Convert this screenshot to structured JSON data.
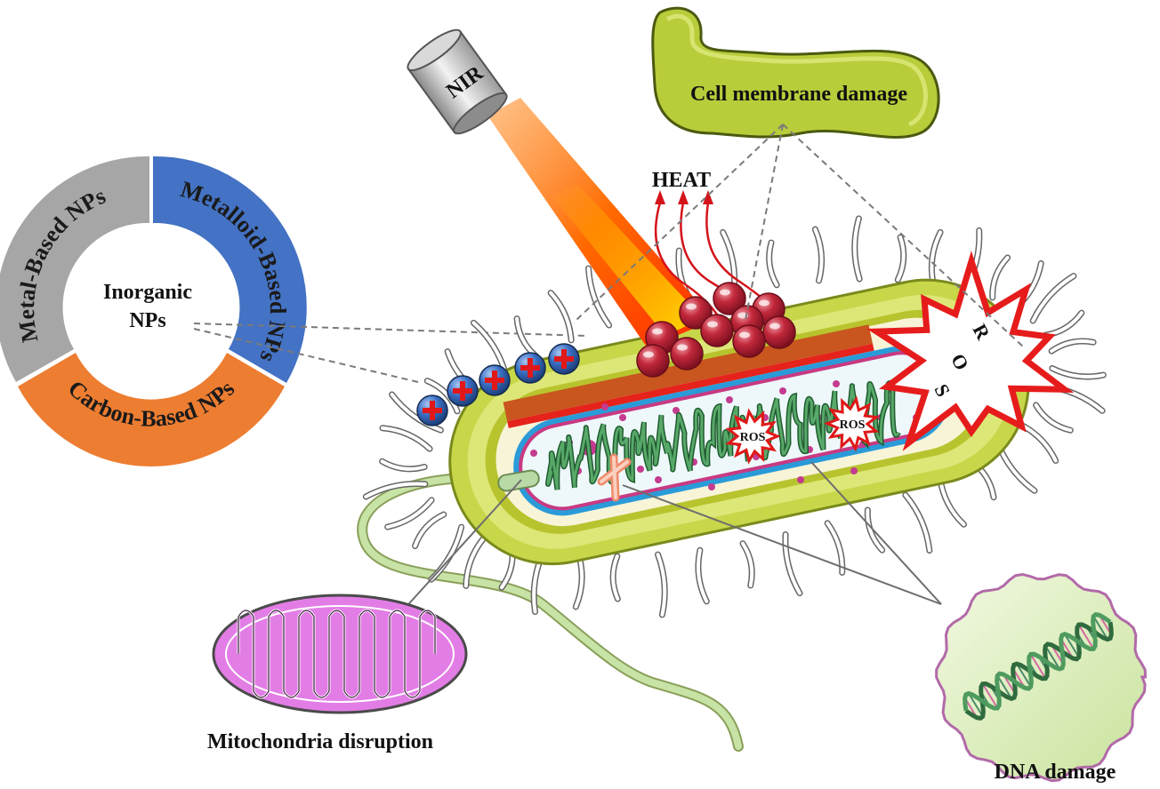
{
  "ring": {
    "center_label_line1": "Inorganic",
    "center_label_line2": "NPs",
    "segments": [
      {
        "label": "Metal-Based NPs",
        "color": "#a6a6a6"
      },
      {
        "label": "Metalloid-Based NPs",
        "color": "#4472c4"
      },
      {
        "label": "Carbon-Based NPs",
        "color": "#ed7d31"
      }
    ]
  },
  "labels": {
    "nir": "NIR",
    "heat": "HEAT",
    "cell_membrane_damage": "Cell membrane damage",
    "ros_burst": [
      "R",
      "O",
      "S"
    ],
    "ros_small": "ROS",
    "mitochondria_disruption": "Mitochondria disruption",
    "dna_damage": "DNA damage"
  },
  "colors": {
    "cell_wall": "#c8d64a",
    "membrane_blob": "#b9cc3a",
    "laser": "#ff6a00",
    "nanoparticle": "#c2283b",
    "positive_np": "#3a6fc4",
    "mitochondria": "#e37de6",
    "dna_blob": "#e0efc0",
    "ros": "#e01818"
  }
}
